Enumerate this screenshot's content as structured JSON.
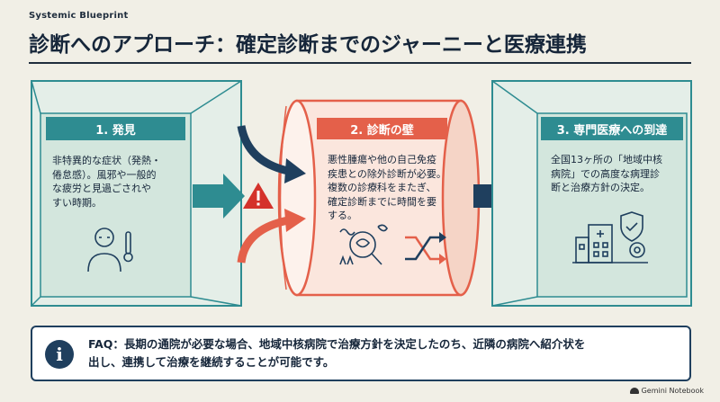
{
  "brand": "Systemic Blueprint",
  "title": "診断へのアプローチ：確定診断までのジャーニーと医療連携",
  "steps": [
    {
      "label": "1. 発見",
      "lines": [
        "非特異的な症状（発熱・",
        "倦怠感）。風邪や一般的",
        "な疲労と見過ごされや",
        "すい時期。"
      ]
    },
    {
      "label": "2. 診断の壁",
      "lines": [
        "悪性腫瘍や他の自己免疫",
        "疾患との除外診断が必要。",
        "複数の診療科をまたぎ、",
        "確定診断までに時間を要",
        "する。"
      ]
    },
    {
      "label": "3. 専門医療への到達",
      "lines": [
        "全国13ヶ所の「地域中核",
        "病院」での高度な病理診",
        "断と治療方針の決定。"
      ]
    }
  ],
  "faq": {
    "icon": "i",
    "lines": [
      "FAQ：長期の通院が必要な場合、地域中核病院で治療方針を決定したのち、近隣の病院へ紹介状を",
      "出し、連携して治療を継続することが可能です。"
    ]
  },
  "footer": "Gemini Notebook",
  "colors": {
    "teal": "#2e8c91",
    "navy": "#1f3f5e",
    "coral": "#e4604a",
    "paleTeal": "#dbe9e3",
    "paleCoral": "#fbe6dd"
  },
  "icons": [
    "person-thermometer-icon",
    "warning-icon",
    "diagnosis-magnifier-icon",
    "crossing-arrows-icon",
    "hospital-shield-icon"
  ]
}
